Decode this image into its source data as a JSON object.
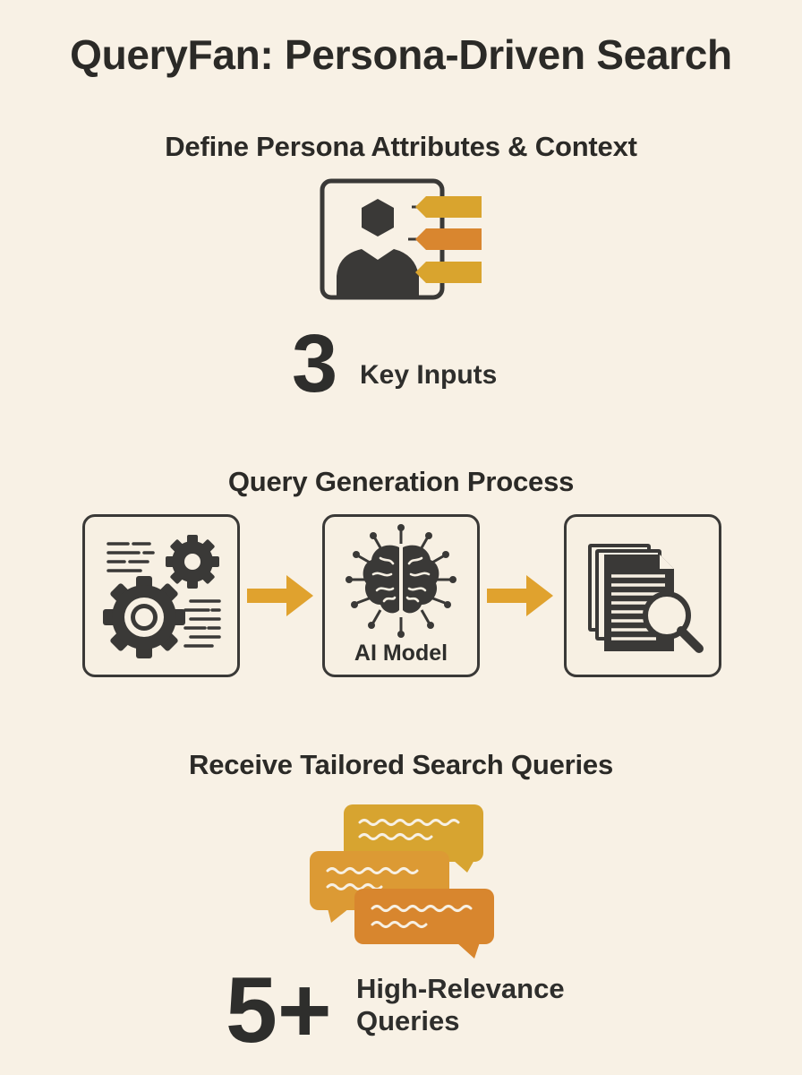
{
  "title": "QueryFan: Persona-Driven Search",
  "step1": {
    "heading": "Define Persona Attributes & Context",
    "stat_value": "3",
    "stat_label": "Key Inputs"
  },
  "step2": {
    "heading": "Query Generation Process",
    "model_label": "AI Model"
  },
  "step3": {
    "heading": "Receive Tailored Search Queries",
    "stat_value": "5+",
    "stat_label_line1": "High-Relevance",
    "stat_label_line2": "Queries"
  },
  "icons": {
    "persona": "persona-profile-icon",
    "settings": "gears-config-icon",
    "model": "ai-brain-icon",
    "results": "documents-search-icon",
    "queries": "speech-bubbles-icon",
    "arrow": "right-arrow-icon"
  },
  "colors": {
    "background": "#f8f1e5",
    "dark": "#3a3937",
    "gold": "#d9a42e",
    "orange": "#d9862f"
  }
}
